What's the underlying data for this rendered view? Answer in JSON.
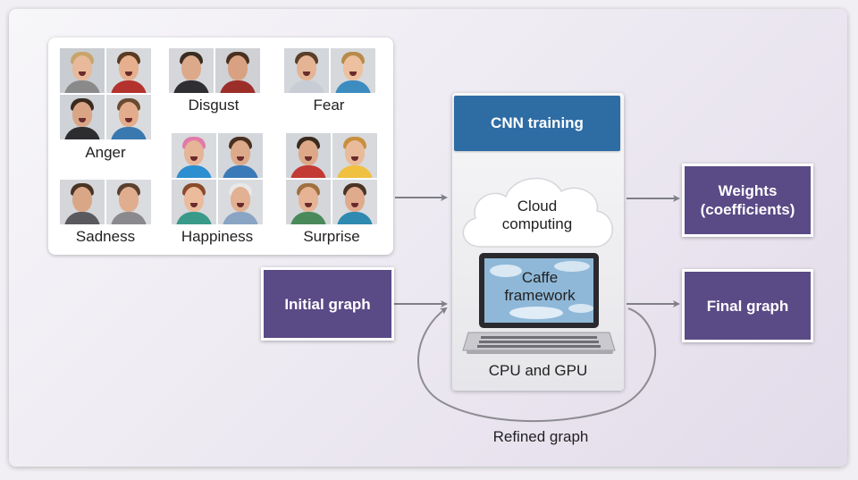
{
  "emotions": [
    {
      "label": "Anger"
    },
    {
      "label": "Disgust"
    },
    {
      "label": "Fear"
    },
    {
      "label": "Sadness"
    },
    {
      "label": "Happiness"
    },
    {
      "label": "Surprise"
    }
  ],
  "center": {
    "title": "CNN training",
    "cloud_line1": "Cloud",
    "cloud_line2": "computing",
    "caffe_line1": "Caffe",
    "caffe_line2": "framework",
    "hardware": "CPU and GPU"
  },
  "inputs": {
    "initial_graph": "Initial graph"
  },
  "outputs": {
    "weights_line1": "Weights",
    "weights_line2": "(coefficients)",
    "final_graph": "Final graph"
  },
  "loop_label": "Refined graph",
  "colors": {
    "cnn_box": "#2e6ca4",
    "output_box": "#5a4a86",
    "arrow": "#7f7f86",
    "loop": "#8c8c92"
  }
}
